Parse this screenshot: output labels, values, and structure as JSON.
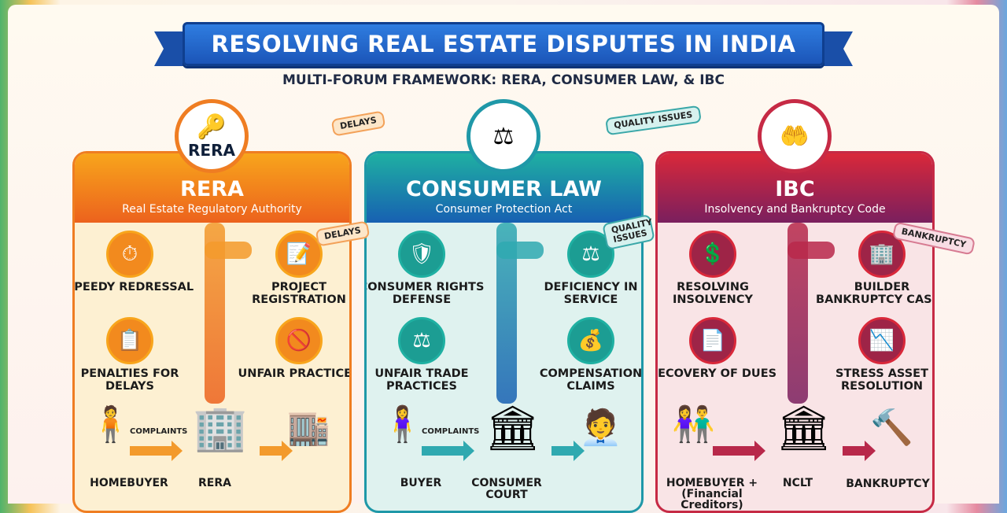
{
  "title": "RESOLVING REAL ESTATE DISPUTES IN INDIA",
  "subtitle": "MULTI-FORUM FRAMEWORK: RERA, CONSUMER LAW, & IBC",
  "tags": [
    {
      "text": "DELAYS",
      "color": "#f3a25a",
      "bg": "#fde6c8"
    },
    {
      "text": "DELAYS",
      "color": "#f3a25a",
      "bg": "#fde6c8"
    },
    {
      "text": "QUALITY ISSUES",
      "color": "#3aa7a8",
      "bg": "#d6f1ee"
    },
    {
      "text": "QUALITY ISSUES",
      "color": "#3aa7a8",
      "bg": "#d6f1ee"
    },
    {
      "text": "BANKRUPTCY",
      "color": "#d77b92",
      "bg": "#f8dde4"
    }
  ],
  "panels": [
    {
      "id": "rera",
      "badge_icon": "house-key-icon",
      "badge_glyph": "🔑",
      "badge_text": "RERA",
      "title": "RERA",
      "subtitle": "Real Estate Regulatory Authority",
      "colors": {
        "head1": "#f8a51c",
        "head2": "#ec621d",
        "body": "#fdf0d2",
        "border": "#ef7d22",
        "icon": "#f28a1e",
        "flow": "#f39a2c"
      },
      "features": [
        {
          "label": "SPEEDY REDRESSAL",
          "icon": "stopwatch-icon",
          "glyph": "⏱"
        },
        {
          "label": "PROJECT REGISTRATION",
          "icon": "document-sign-icon",
          "glyph": "📝"
        },
        {
          "label": "PENALTIES FOR DELAYS",
          "icon": "clipboard-alert-icon",
          "glyph": "📋"
        },
        {
          "label": "UNFAIR PRACTICES",
          "icon": "prohibited-icon",
          "glyph": "🚫"
        }
      ],
      "complaints": "COMPLAINTS",
      "bottom": {
        "left": "HOMEBUYER",
        "center": "RERA",
        "right": ""
      },
      "figures": {
        "left": "🧍",
        "center": "🏢",
        "right": "🏬"
      }
    },
    {
      "id": "consumer",
      "badge_icon": "gavel-icon",
      "badge_glyph": "⚖",
      "badge_text": "",
      "title": "CONSUMER LAW",
      "subtitle": "Consumer Protection Act",
      "colors": {
        "head1": "#1fb0a2",
        "head2": "#1760b2",
        "body": "#dff2ef",
        "border": "#1f98a8",
        "icon": "#1c9d93",
        "flow": "#2fa9b0"
      },
      "features": [
        {
          "label": "CONSUMER RIGHTS DEFENSE",
          "icon": "shield-user-icon",
          "glyph": "🛡"
        },
        {
          "label": "DEFICIENCY IN SERVICE",
          "icon": "scales-icon",
          "glyph": "⚖"
        },
        {
          "label": "UNFAIR TRADE PRACTICES",
          "icon": "scales-icon",
          "glyph": "⚖"
        },
        {
          "label": "COMPENSATION CLAIMS",
          "icon": "hand-coin-icon",
          "glyph": "💰"
        }
      ],
      "complaints": "COMPLAINTS",
      "bottom": {
        "left": "BUYER",
        "center": "CONSUMER COURT",
        "right": ""
      },
      "figures": {
        "left": "🧍‍♀️",
        "center": "🏛",
        "right": "🧑‍💼"
      }
    },
    {
      "id": "ibc",
      "badge_icon": "hand-coin-key-icon",
      "badge_glyph": "🤲",
      "badge_text": "",
      "title": "IBC",
      "subtitle": "Insolvency and Bankruptcy Code",
      "colors": {
        "head1": "#d9283a",
        "head2": "#7a1f5e",
        "body": "#f9e4e6",
        "border": "#c62a45",
        "icon": "#9e2447",
        "flow": "#b8284a"
      },
      "features": [
        {
          "label": "RESOLVING INSOLVENCY",
          "icon": "hand-coin-icon",
          "glyph": "💲"
        },
        {
          "label": "BUILDER BANKRUPTCY CASES",
          "icon": "building-icon",
          "glyph": "🏢"
        },
        {
          "label": "RECOVERY OF DUES",
          "icon": "invoice-coin-icon",
          "glyph": "📄"
        },
        {
          "label": "STRESS ASSET RESOLUTION",
          "icon": "chart-down-icon",
          "glyph": "📉"
        }
      ],
      "complaints": "",
      "bottom": {
        "left": "HOMEBUYER +\n(Financial Creditors)",
        "center": "NCLT",
        "right": "BANKRUPTCY"
      },
      "figures": {
        "left": "👫",
        "center": "🏛",
        "right": "🔨"
      }
    }
  ]
}
